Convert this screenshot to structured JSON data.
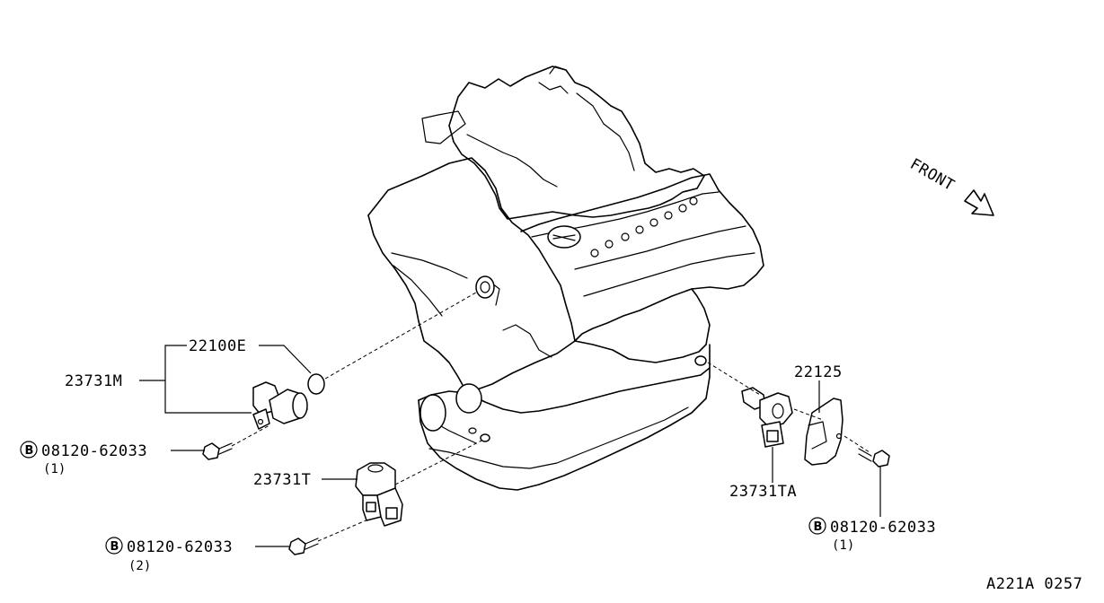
{
  "labels": {
    "p22100E": "22100E",
    "p23731M": "23731M",
    "p22125": "22125",
    "p23731T": "23731T",
    "p23731TA": "23731TA"
  },
  "bolts": [
    {
      "symbol": "B",
      "part": "08120-62033",
      "qty": "(1)"
    },
    {
      "symbol": "B",
      "part": "08120-62033",
      "qty": "(2)"
    },
    {
      "symbol": "B",
      "part": "08120-62033",
      "qty": "(1)"
    }
  ],
  "front": "FRONT",
  "figure_id": "A221A 0257"
}
